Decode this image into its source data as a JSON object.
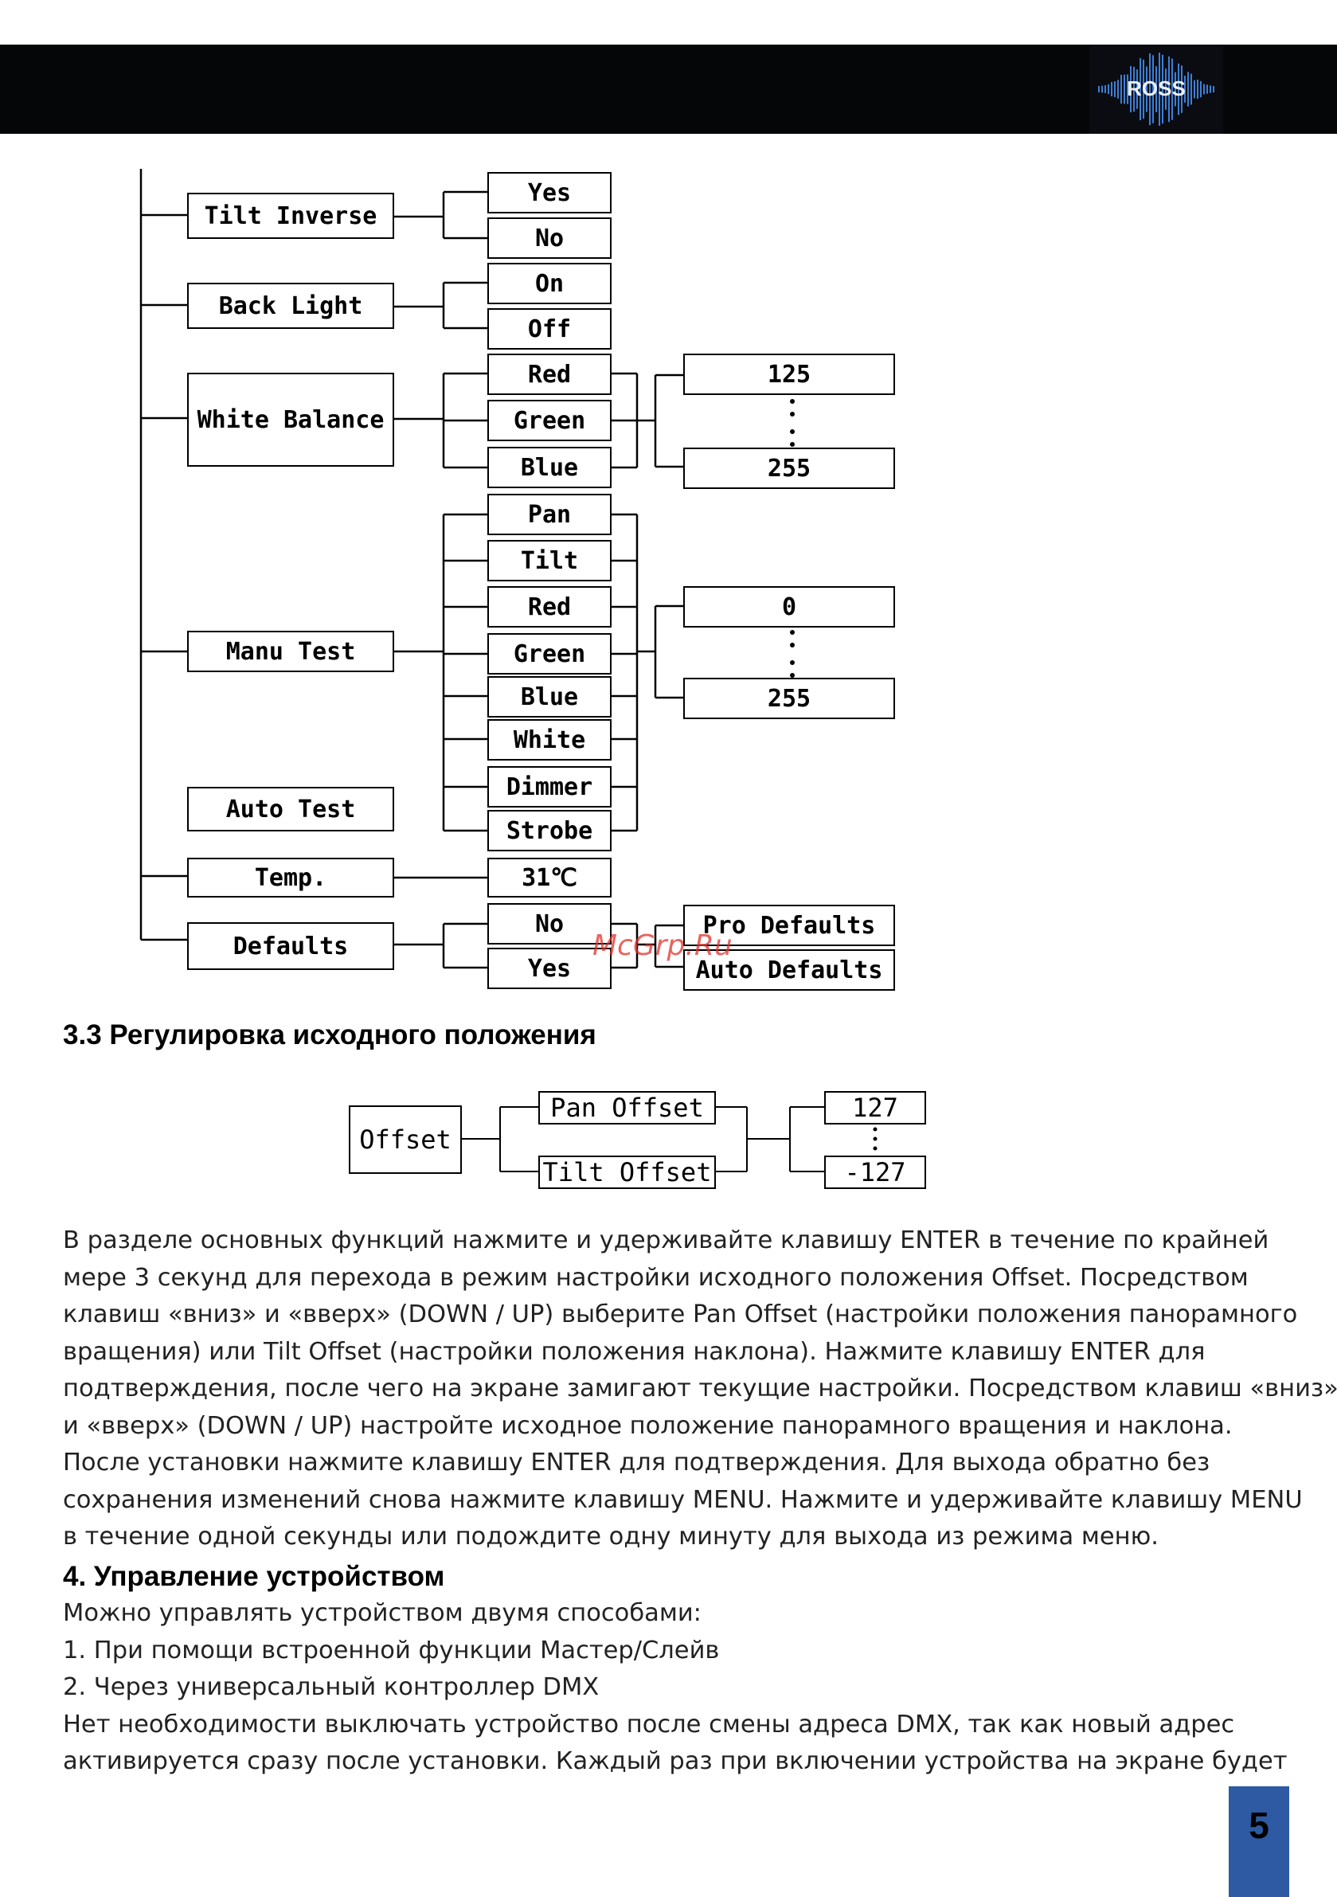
{
  "header": {
    "logo_text": "ROSS"
  },
  "menu_tree": {
    "items": [
      {
        "label": "Tilt Inverse",
        "options": [
          "Yes",
          "No"
        ]
      },
      {
        "label": "Back Light",
        "options": [
          "On",
          "Off"
        ]
      },
      {
        "label": "White Balance",
        "options": [
          "Red",
          "Green",
          "Blue"
        ],
        "range": [
          "125",
          "255"
        ]
      },
      {
        "label": "Manu Test",
        "options": [
          "Pan",
          "Tilt",
          "Red",
          "Green",
          "Blue",
          "White",
          "Dimmer",
          "Strobe"
        ],
        "range": [
          "0",
          "255"
        ]
      },
      {
        "label": "Auto Test"
      },
      {
        "label": "Temp.",
        "value": "31℃"
      },
      {
        "label": "Defaults",
        "options": [
          "No",
          "Yes"
        ],
        "sub": [
          "Pro Defaults",
          "Auto Defaults"
        ]
      }
    ]
  },
  "section_3_3": {
    "heading": "3.3 Регулировка исходного положения",
    "offset_diagram": {
      "root": "Offset",
      "options": [
        "Pan Offset",
        "Tilt Offset"
      ],
      "range": [
        "127",
        "-127"
      ]
    },
    "paragraph_lines": [
      "В разделе основных функций нажмите и удерживайте клавишу ENTER в течение по крайней",
      "мере 3 секунд для перехода в режим настройки исходного положения Offset. Посредством",
      "клавиш «вниз» и «вверх» (DOWN / UP) выберите Pan Offset (настройки положения панорамного",
      "вращения) или Tilt Offset (настройки положения наклона). Нажмите клавишу ENTER для",
      "подтверждения, после чего на экране замигают текущие настройки. Посредством клавиш «вниз»",
      "и «вверх» (DOWN / UP) настройте исходное положение панорамного вращения и наклона.",
      "После установки нажмите клавишу ENTER для подтверждения. Для выхода обратно без",
      "сохранения изменений снова нажмите клавишу MENU. Нажмите и удерживайте клавишу MENU",
      "в течение одной секунды или подождите одну минуту для выхода из режима меню."
    ]
  },
  "section_4": {
    "heading": "4. Управление устройством",
    "lines": [
      "Можно управлять устройством двумя способами:",
      "1. При помощи встроенной функции Мастер/Слейв",
      "2. Через универсальный контроллер DMX",
      "Нет необходимости выключать устройство после смены адреса DMX, так как новый адрес",
      "активируется сразу после установки. Каждый раз при включении устройства на экране будет"
    ]
  },
  "watermark": "McGrp.Ru",
  "page_number": "5",
  "colors": {
    "banner_bg": "#050608",
    "waveform": "#3d7fd6",
    "page_tab": "#2d5aa3",
    "watermark": "#e0322b"
  }
}
